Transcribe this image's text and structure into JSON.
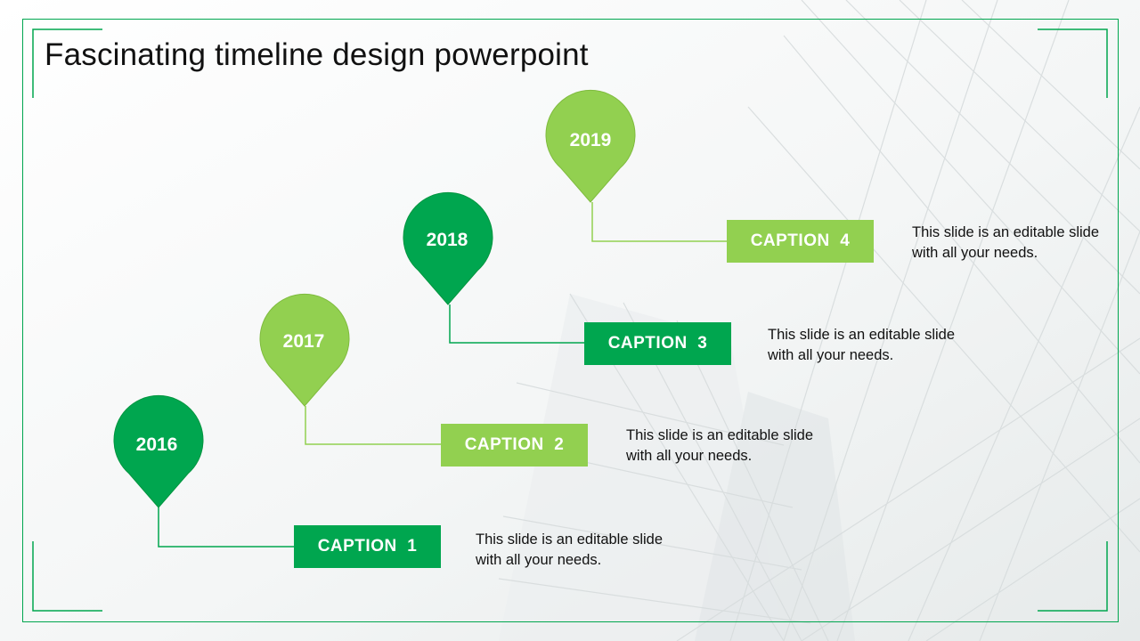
{
  "title": "Fascinating timeline design powerpoint",
  "colors": {
    "dark_green": "#00A64F",
    "light_green": "#92D050",
    "frame": "#00A64F"
  },
  "milestones": [
    {
      "year": "2016",
      "caption": "CAPTION  1",
      "description": "This slide is an editable slide with  all your needs.",
      "color": "dark"
    },
    {
      "year": "2017",
      "caption": "CAPTION  2",
      "description": "This slide is an editable slide with  all your needs.",
      "color": "light"
    },
    {
      "year": "2018",
      "caption": "CAPTION  3",
      "description": "This slide is an editable slide with  all your needs.",
      "color": "dark"
    },
    {
      "year": "2019",
      "caption": "CAPTION  4",
      "description": "This slide is an editable slide with  all your needs.",
      "color": "light"
    }
  ]
}
